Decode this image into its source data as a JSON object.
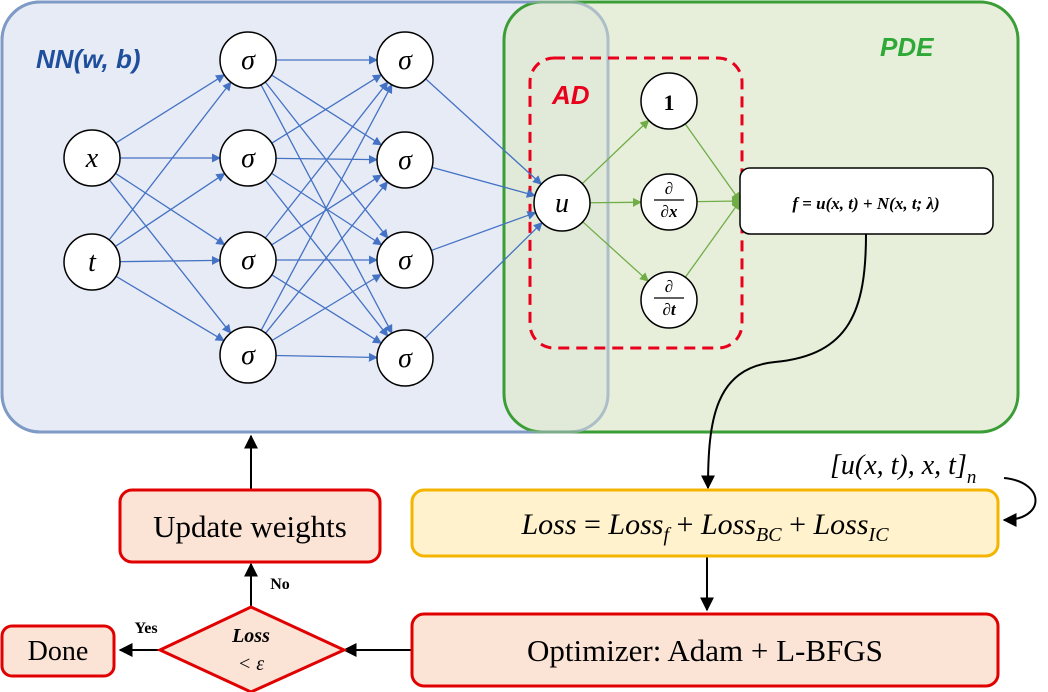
{
  "regions": {
    "nn": {
      "label_main": "NN",
      "label_paren_open": "(",
      "label_w": "w",
      "label_comma": ", ",
      "label_b": "b",
      "label_paren_close": ")"
    },
    "pde": {
      "label": "PDE"
    },
    "ad": {
      "label": "AD"
    }
  },
  "nodes": {
    "inputs": [
      "x",
      "t"
    ],
    "hidden1": [
      "σ",
      "σ",
      "σ",
      "σ"
    ],
    "hidden2": [
      "σ",
      "σ",
      "σ",
      "σ"
    ],
    "output": "u",
    "deriv_one": "1",
    "deriv_x": {
      "num": "∂",
      "den": "∂x"
    },
    "deriv_t": {
      "num": "∂",
      "den": "∂t"
    }
  },
  "residual": {
    "text_f": "f",
    "text_eq": " = ",
    "text_u": "u",
    "text_args1": "(x, t)",
    "text_plus": " + ",
    "text_N": "N",
    "text_args2": "(x, t; λ)"
  },
  "data_points": {
    "text": "[u(x, t), x, t]",
    "subscript": "n"
  },
  "loss": {
    "lhs": "Loss",
    "eq": " = ",
    "t1": "Loss",
    "s1": "f",
    "plus1": " + ",
    "t2": "Loss",
    "s2": "BC",
    "plus2": " + ",
    "t3": "Loss",
    "s3": "IC"
  },
  "optimizer": {
    "label": "Optimizer: Adam + L-BFGS"
  },
  "decision": {
    "line1": "Loss",
    "line2": "< ε"
  },
  "yes_label": "Yes",
  "no_label": "No",
  "done": {
    "label": "Done"
  },
  "update": {
    "label": "Update weights"
  },
  "colors": {
    "nn_fill": "#e7ebf5",
    "nn_stroke": "#4472c4",
    "pde_fill": "#e8f0df",
    "pde_stroke": "#3a9d35",
    "ad_stroke": "#e8001c",
    "nn_edge": "#4472c4",
    "ad_edge": "#70ad47",
    "loss_fill": "#fff2cc",
    "loss_stroke": "#f4b400",
    "box_fill": "#fbe3d6",
    "box_stroke": "#e00000",
    "nn_label": "#1f4e9c",
    "pde_label": "#2ea836"
  }
}
